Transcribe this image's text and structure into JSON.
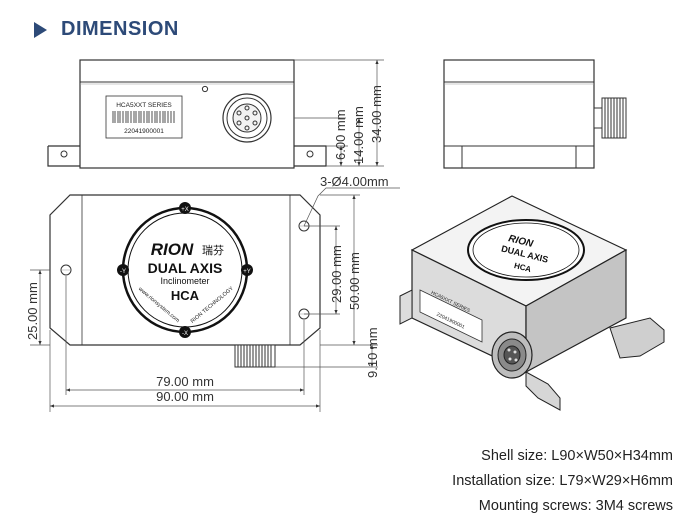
{
  "header": {
    "title": "DIMENSION"
  },
  "front_view": {
    "label_model": "HCA5XXT SERIES",
    "label_serial": "22041900001",
    "dim_6": "6.00 mm",
    "dim_14": "14.00 mm",
    "dim_34": "34.00 mm"
  },
  "top_view": {
    "holes_label": "3-Ø4.00mm",
    "dim_29": "29.00 mm",
    "dim_50": "50.00 mm",
    "dim_9_1": "9.10 mm",
    "dim_25": "25.00 mm",
    "dim_79": "79.00 mm",
    "dim_90": "90.00 mm",
    "badge": {
      "brand": "RION",
      "brand_cn": "瑞芬",
      "line1": "DUAL AXIS",
      "line2": "Inclinometer",
      "model": "HCA",
      "web": "www.rionsystem.com",
      "company": "RION TECHNOLOGY",
      "axis_px": "+X",
      "axis_nx": "-X",
      "axis_py": "+Y",
      "axis_ny": "-Y"
    }
  },
  "iso_view": {
    "brand": "RION",
    "line1": "DUAL AXIS",
    "model": "HCA",
    "label_model": "HCA5XXT SERIES",
    "label_serial": "22041900001"
  },
  "specs": {
    "shell": "Shell size: L90×W50×H34mm",
    "install": "Installation size: L79×W29×H6mm",
    "screws": "Mounting screws: 3M4 screws"
  }
}
